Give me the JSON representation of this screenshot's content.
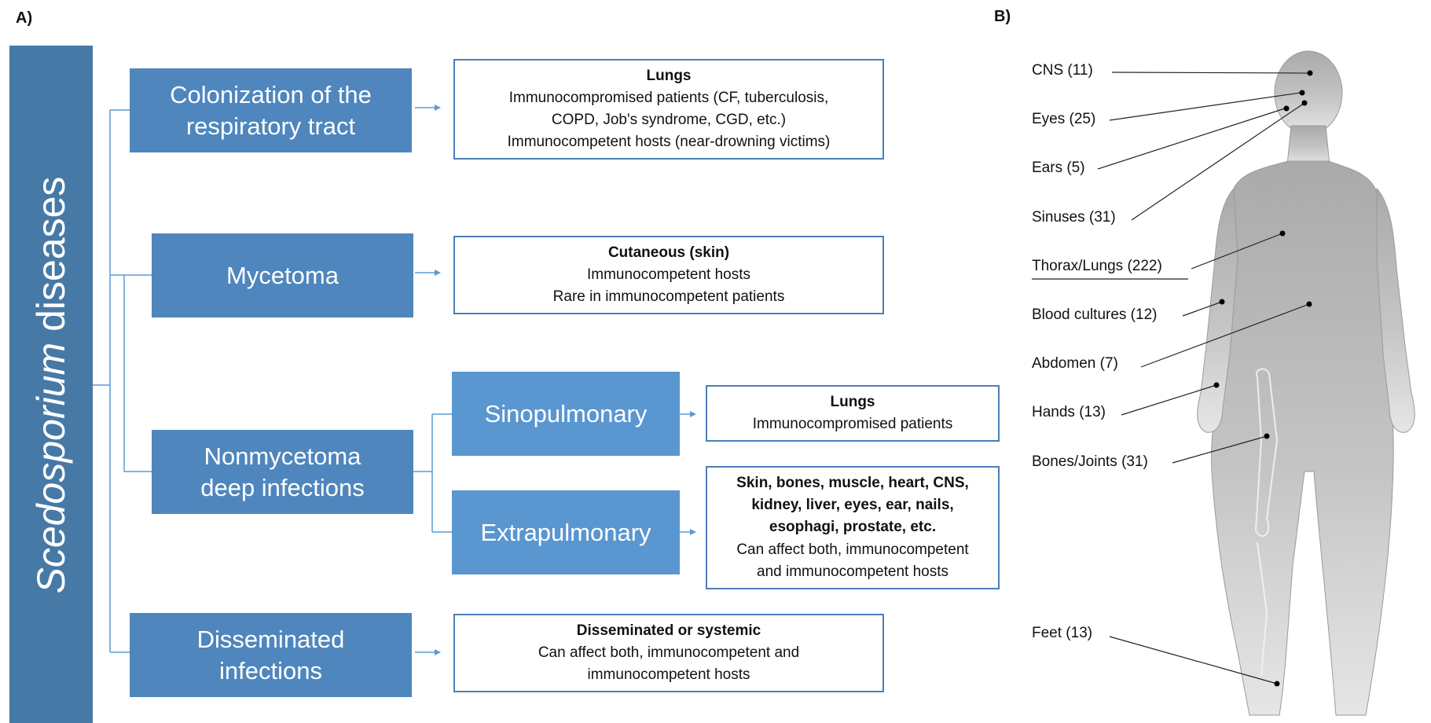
{
  "panel_a_label": "A)",
  "panel_b_label": "B)",
  "sidebar": {
    "title_italic": "Scedosporium",
    "title_rest": " diseases"
  },
  "categories": [
    {
      "label": "Colonization of the respiratory tract",
      "desc_title": "Lungs",
      "desc_lines": [
        "Immunocompromised patients (CF, tuberculosis,",
        "COPD, Job's syndrome, CGD, etc.)",
        "Immunocompetent hosts (near-drowning victims)"
      ]
    },
    {
      "label": "Mycetoma",
      "desc_title": "Cutaneous (skin)",
      "desc_lines": [
        "Immunocompetent hosts",
        "Rare in immunocompetent patients"
      ]
    },
    {
      "label": "Nonmycetoma deep infections",
      "subcategories": [
        {
          "label": "Sinopulmonary",
          "desc_title": "Lungs",
          "desc_lines": [
            "Immunocompromised patients"
          ]
        },
        {
          "label": "Extrapulmonary",
          "desc_title_lines": [
            "Skin, bones, muscle, heart, CNS,",
            "kidney, liver, eyes, ear, nails,",
            "esophagi, prostate, etc."
          ],
          "desc_lines": [
            "Can affect both, immunocompetent",
            "and immunocompetent hosts"
          ]
        }
      ]
    },
    {
      "label": "Disseminated infections",
      "desc_title": "Disseminated or systemic",
      "desc_lines": [
        "Can affect both, immunocompetent and",
        "immunocompetent hosts"
      ]
    }
  ],
  "body_sites": [
    {
      "label": "CNS (11)"
    },
    {
      "label": "Eyes (25)"
    },
    {
      "label": "Ears (5)"
    },
    {
      "label": "Sinuses (31)"
    },
    {
      "label": "Thorax/Lungs (222)"
    },
    {
      "label": "Blood cultures (12)"
    },
    {
      "label": "Abdomen (7)"
    },
    {
      "label": "Hands (13)"
    },
    {
      "label": "Bones/Joints (31)"
    },
    {
      "label": "Feet (13)"
    }
  ],
  "colors": {
    "sidebar": "#4679a6",
    "category": "#4f86bd",
    "subcategory": "#5a96d0",
    "connector": "#5b9bd5",
    "figure": "#b9b9b9"
  }
}
